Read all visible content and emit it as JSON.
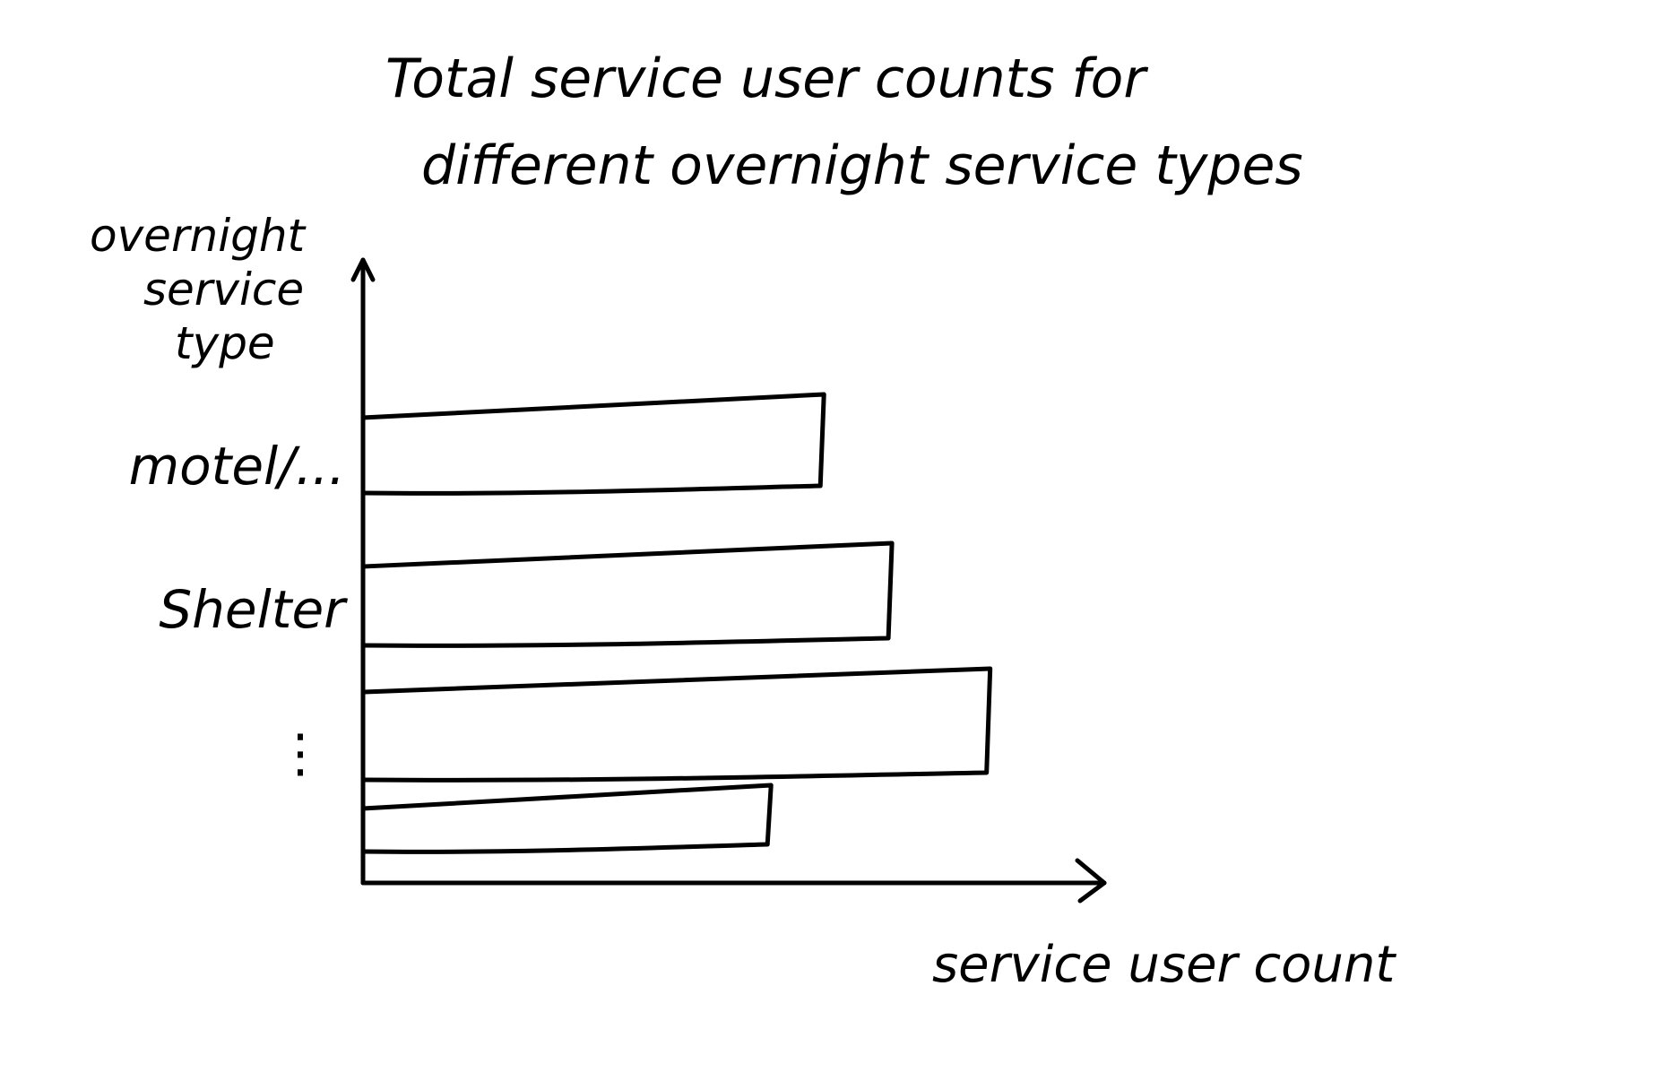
{
  "chart_data": {
    "type": "bar",
    "orientation": "horizontal",
    "title": [
      "Total service user counts for",
      "different overnight service types"
    ],
    "ylabel": [
      "overnight",
      "service",
      "type"
    ],
    "xlabel": "service user count",
    "categories": [
      "motel/...",
      "Shelter",
      "",
      ""
    ],
    "tick_labels": [
      "motel/...",
      "Shelter",
      "⋮"
    ],
    "values": [
      61,
      70,
      83,
      54
    ],
    "xlim": [
      0,
      100
    ],
    "grid": false,
    "legend": "none"
  },
  "colors": {
    "ink": "#000000",
    "background": "#ffffff"
  }
}
